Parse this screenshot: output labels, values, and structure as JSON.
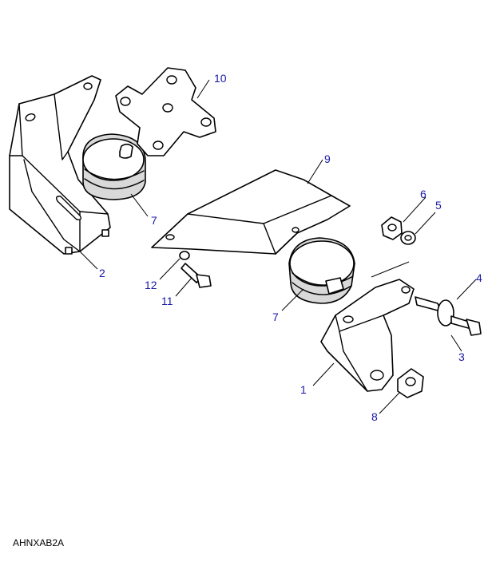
{
  "diagram": {
    "code": "AHNXAB2A",
    "callout_color": "#1a1aa6",
    "callouts": [
      "1",
      "2",
      "3",
      "4",
      "5",
      "6",
      "7",
      "7",
      "8",
      "9",
      "10",
      "11",
      "12"
    ]
  }
}
